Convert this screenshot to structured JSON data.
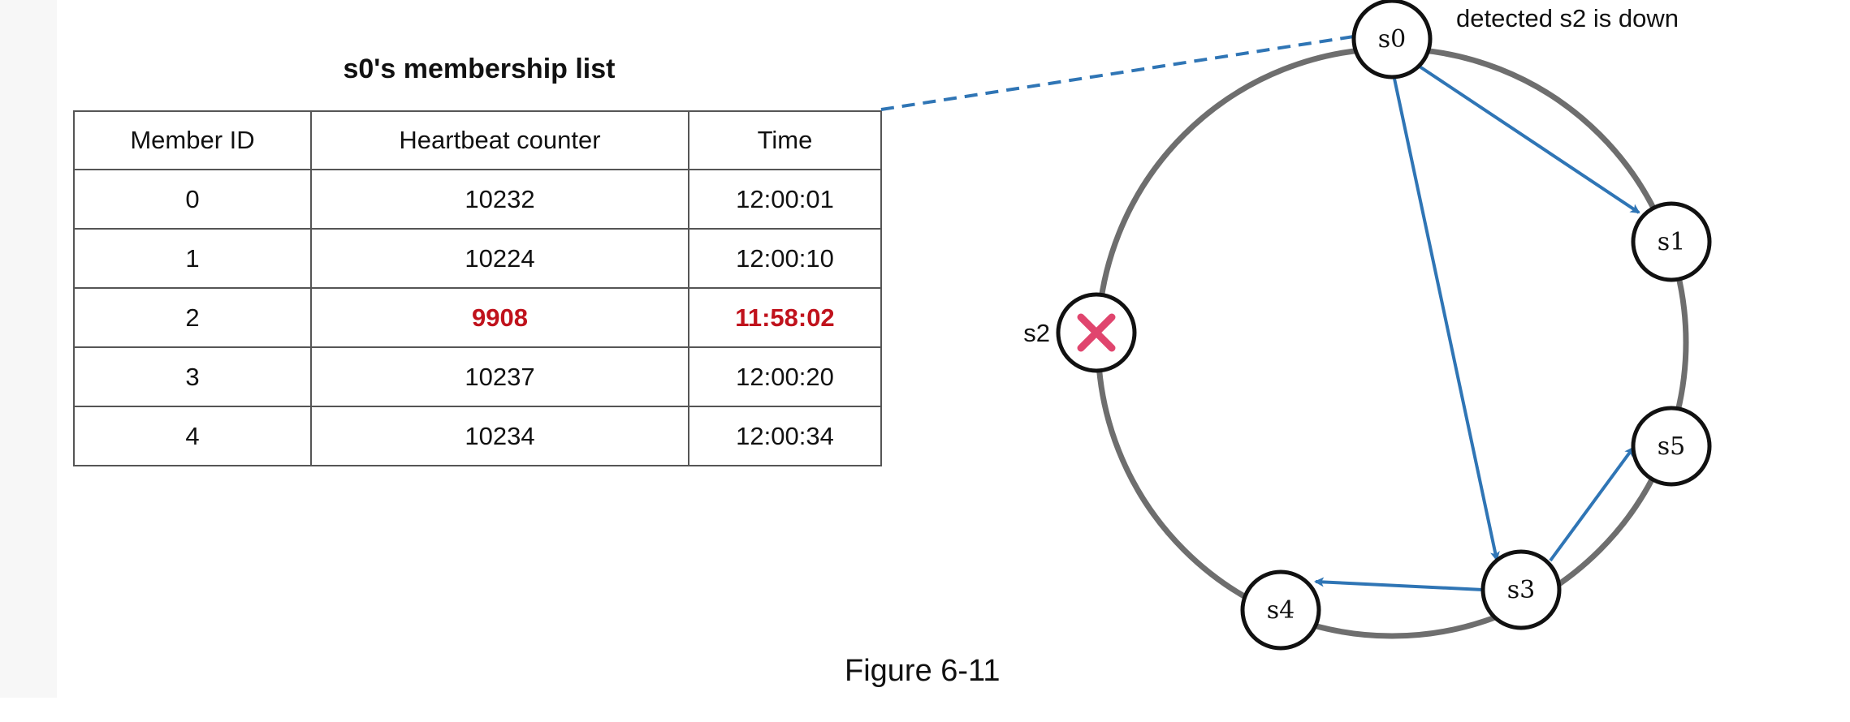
{
  "table": {
    "title": "s0's membership list",
    "headers": [
      "Member ID",
      "Heartbeat counter",
      "Time"
    ],
    "rows": [
      {
        "id": "0",
        "heartbeat": "10232",
        "time": "12:00:01"
      },
      {
        "id": "1",
        "heartbeat": "10224",
        "time": "12:00:10"
      },
      {
        "id": "2",
        "heartbeat": "9908",
        "time": "11:58:02",
        "status": "down"
      },
      {
        "id": "3",
        "heartbeat": "10237",
        "time": "12:00:20"
      },
      {
        "id": "4",
        "heartbeat": "10234",
        "time": "12:00:34"
      }
    ]
  },
  "diagram": {
    "nodes": {
      "s0": "s0",
      "s1": "s1",
      "s2": "s2",
      "s3": "s3",
      "s4": "s4",
      "s5": "s5"
    },
    "annotation": "detected s2 is down",
    "failed_marker_icon": "x-mark-icon"
  },
  "caption": "Figure 6-11",
  "colors": {
    "ring": "#6e6e6e",
    "arrow": "#2f75b5",
    "failed_mark": "#e0456e",
    "down_text": "#c0121c"
  }
}
